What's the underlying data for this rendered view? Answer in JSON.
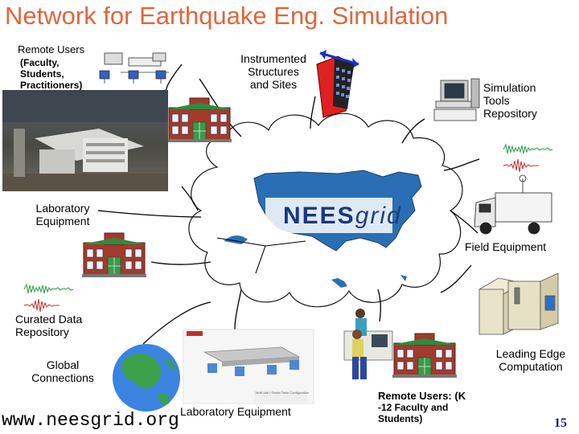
{
  "title": "Network for Earthquake Eng. Simulation",
  "labels": {
    "remote_users_top": "Remote Users",
    "remote_users_top_detail": [
      "(Faculty,",
      "Students,",
      "Practitioners)"
    ],
    "instrumented": [
      "Instrumented",
      "Structures",
      "and Sites"
    ],
    "simulation_tools": [
      "Simulation",
      "Tools",
      "Repository"
    ],
    "lab_equipment_left": [
      "Laboratory",
      "Equipment"
    ],
    "field_equipment": "Field Equipment",
    "curated_data": [
      "Curated Data",
      "Repository"
    ],
    "global_connections": [
      "Global",
      "Connections"
    ],
    "leading_edge": [
      "Leading Edge",
      "Computation"
    ],
    "lab_equipment_bottom": "Laboratory Equipment",
    "remote_users_bottom": [
      "Remote Users: (K",
      "-12 Faculty and",
      "Students)"
    ],
    "mini_config_caption": "Multi-site / Shake Table Configuration"
  },
  "center": {
    "logo_text": "NEES",
    "logo_text_suffix": "grid"
  },
  "footer": {
    "url": "www.neesgrid.org",
    "page_number": "15"
  },
  "colors": {
    "title": "#e0663c",
    "school_building": "#a33a2e",
    "roof": "#2e8b3e",
    "map_blue": "#2a6fb5"
  }
}
